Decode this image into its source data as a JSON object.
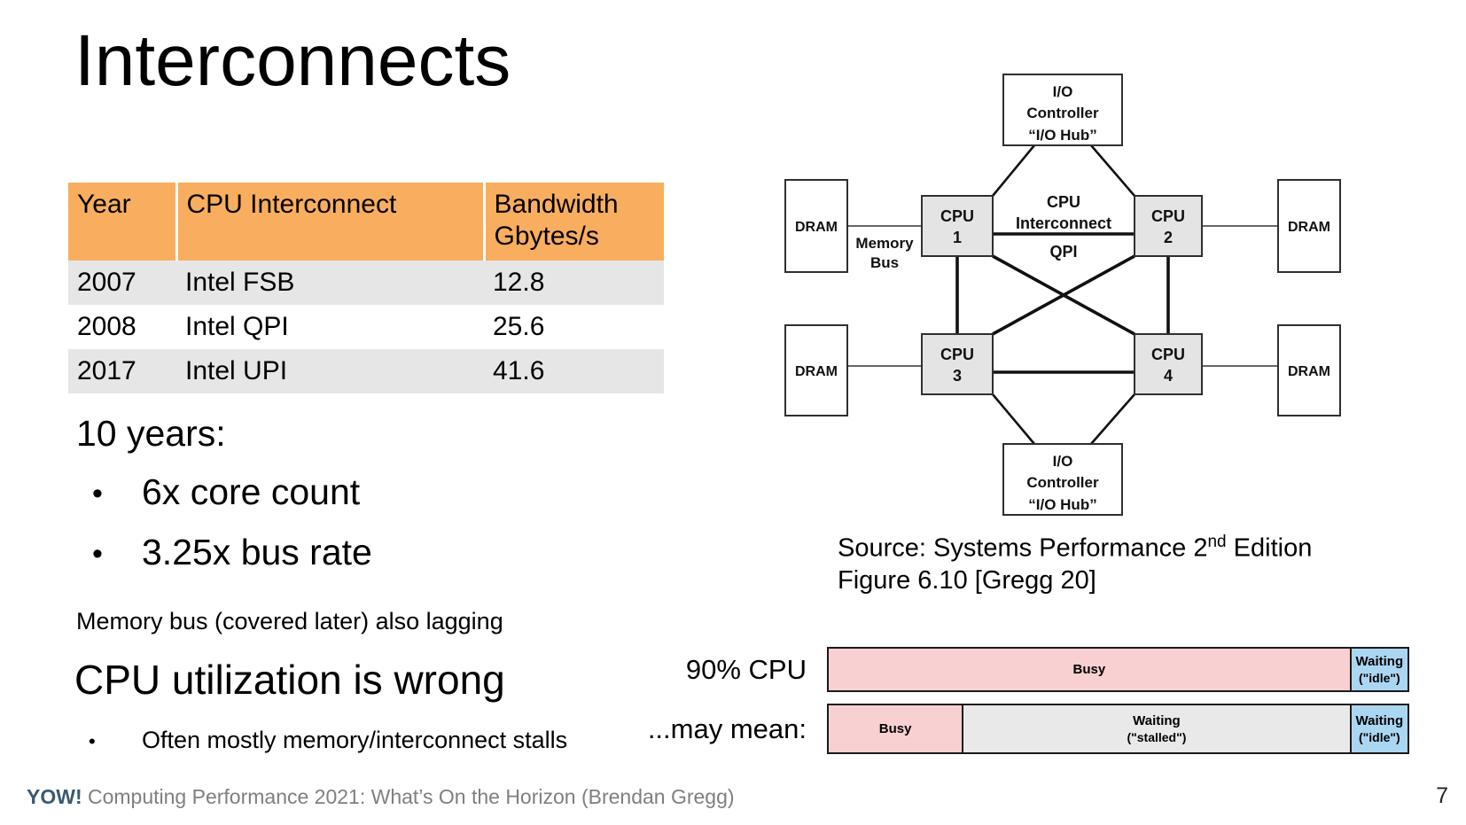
{
  "title": "Interconnects",
  "table": {
    "headers": [
      "Year",
      "CPU Interconnect",
      "Bandwidth Gbytes/s"
    ],
    "rows": [
      [
        "2007",
        "Intel FSB",
        "12.8"
      ],
      [
        "2008",
        "Intel QPI",
        "25.6"
      ],
      [
        "2017",
        "Intel UPI",
        "41.6"
      ]
    ]
  },
  "summary": {
    "heading": "10 years:",
    "bullets": [
      "6x core count",
      "3.25x bus rate"
    ],
    "note": "Memory bus (covered later) also lagging"
  },
  "cpu_util": {
    "heading": "CPU utilization is wrong",
    "bullet": "Often mostly memory/interconnect stalls"
  },
  "diagram": {
    "io_hub": {
      "line1": "I/O",
      "line2": "Controller",
      "line3": "“I/O Hub”"
    },
    "cpu_label": "CPU",
    "cpu_numbers": [
      "1",
      "2",
      "3",
      "4"
    ],
    "dram": "DRAM",
    "memory_bus": {
      "line1": "Memory",
      "line2": "Bus"
    },
    "interconnect": {
      "line1": "CPU",
      "line2": "Interconnect"
    },
    "qpi": "QPI"
  },
  "source": {
    "line1_prefix": "Source: Systems Performance 2",
    "line1_sup": "nd",
    "line1_suffix": " Edition",
    "line2": "Figure 6.10 [Gregg 20]"
  },
  "bars": {
    "bar1": {
      "label": "90% CPU",
      "segments": [
        {
          "label": "Busy",
          "width_pct": 90,
          "color": "#F9D0D2"
        },
        {
          "label": "Waiting",
          "sublabel": "(\"idle\")",
          "width_pct": 10,
          "color": "#ABD6F2"
        }
      ]
    },
    "bar2": {
      "label": "...may mean:",
      "segments": [
        {
          "label": "Busy",
          "width_pct": 23,
          "color": "#F9D0D2"
        },
        {
          "label": "Waiting",
          "sublabel": "(\"stalled\")",
          "width_pct": 67,
          "color": "#E9E9E9"
        },
        {
          "label": "Waiting",
          "sublabel": "(\"idle\")",
          "width_pct": 10,
          "color": "#ABD6F2"
        }
      ]
    }
  },
  "footer": {
    "brand": "YOW!",
    "text": " Computing Performance 2021: What’s On the Horizon (Brendan Gregg)",
    "page": "7"
  },
  "colors": {
    "table_header_bg": "#F9AE5F",
    "table_alt_row_bg": "#E6E6E6",
    "busy_pink": "#F9D0D2",
    "waiting_idle_blue": "#ABD6F2",
    "waiting_stalled_gray": "#E9E9E9",
    "footer_brand": "#3A5A72"
  }
}
